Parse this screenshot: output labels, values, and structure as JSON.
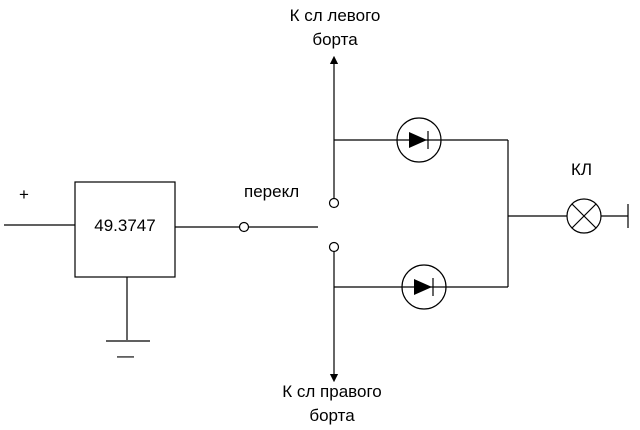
{
  "labels": {
    "top_destination_line1": "К сл левого",
    "top_destination_line2": "борта",
    "bottom_destination_line1": "К сл правого",
    "bottom_destination_line2": "борта",
    "plus_sign": "+",
    "minus_sign": "—",
    "relay_block": "49.3747",
    "switch_label": "перекл",
    "lamp_label": "КЛ"
  }
}
